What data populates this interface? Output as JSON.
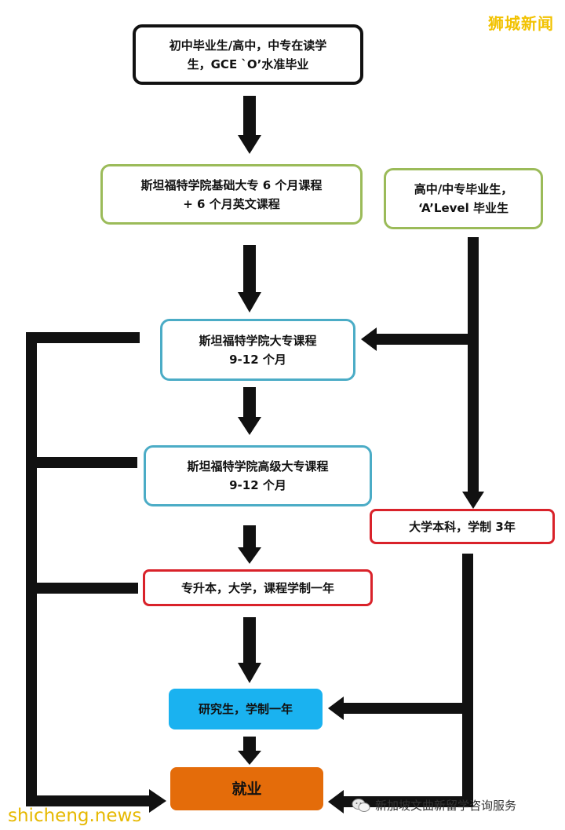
{
  "watermarks": {
    "top_right": "狮城新闻",
    "bottom_left": "shicheng.news",
    "bottom_right": "新加坡文曲新留学咨询服务"
  },
  "boxes": {
    "start": [
      "初中毕业生/高中，中专在读学",
      "生，GCE `O’水准毕业"
    ],
    "foundation": [
      "斯坦福特学院基础大专 6 个月课程",
      "+ 6 个月英文课程"
    ],
    "alevel": [
      "高中/中专毕业生，",
      "‘A’Level 毕业生"
    ],
    "diploma": [
      "斯坦福特学院大专课程",
      "9-12 个月"
    ],
    "advanced_diploma": [
      "斯坦福特学院高级大专课程",
      "9-12 个月"
    ],
    "bachelor": [
      "大学本科，学制 3年"
    ],
    "top_up": [
      "专升本，大学，课程学制一年"
    ],
    "masters": [
      "研究生，学制一年"
    ],
    "employment": [
      "就业"
    ]
  },
  "colors": {
    "black": "#111111",
    "green": "#9bbb59",
    "teal": "#4bacc6",
    "red": "#d9222a",
    "blue": "#1ab2f0",
    "orange": "#e46c0a",
    "watermark": "#f2c200"
  }
}
